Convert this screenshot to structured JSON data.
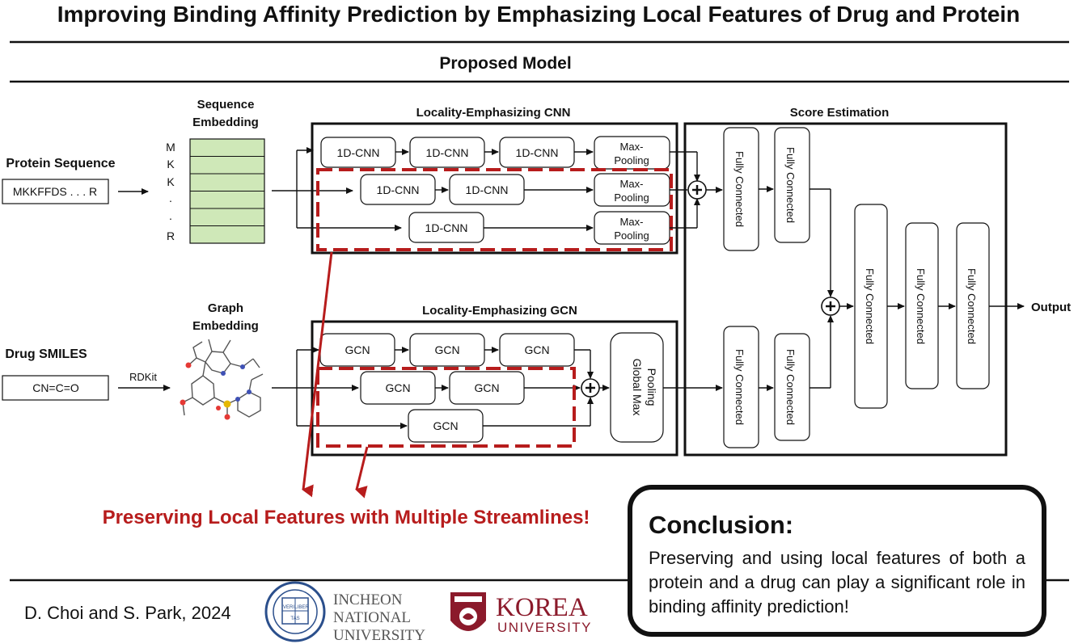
{
  "title": "Improving Binding Affinity Prediction by Emphasizing Local Features of Drug and Protein",
  "subtitle": "Proposed Model",
  "protein": {
    "label": "Protein Sequence",
    "input": "MKKFFDS . . . R",
    "embedding_title": [
      "Sequence",
      "Embedding"
    ],
    "letters": [
      "M",
      "K",
      "K",
      "·",
      "·",
      "R"
    ]
  },
  "drug": {
    "label": "Drug SMILES",
    "input": "CN=C=O",
    "tool": "RDKit",
    "embedding_title": [
      "Graph",
      "Embedding"
    ]
  },
  "cnn_block": {
    "title": "Locality-Emphasizing CNN",
    "layer": "1D-CNN",
    "pool": [
      "Max-",
      "Pooling"
    ]
  },
  "gcn_block": {
    "title": "Locality-Emphasizing GCN",
    "layer": "GCN",
    "pool": [
      "Global Max",
      "Pooling"
    ]
  },
  "score": {
    "title": "Score Estimation",
    "fc": "Fully Connected",
    "output": "Output"
  },
  "highlight": "Preserving Local Features with Multiple Streamlines!",
  "conclusion": {
    "title": "Conclusion:",
    "body": "Preserving and using local features of both a protein and a drug can play a significant role in binding affinity prediction!"
  },
  "footer": {
    "authors": "D. Choi and S. Park, 2024",
    "inu": [
      "INCHEON",
      "NATIONAL",
      "UNIVERSITY"
    ],
    "korea": [
      "KOREA",
      "UNIVERSITY"
    ],
    "inu_seal": [
      "VERI",
      "LIBER",
      "TAS"
    ]
  },
  "colors": {
    "embedding_fill": "#cfe8b8",
    "highlight_red": "#b71c1c",
    "korea_red": "#8b1a2b",
    "inu_blue": "#2b4f8c"
  }
}
